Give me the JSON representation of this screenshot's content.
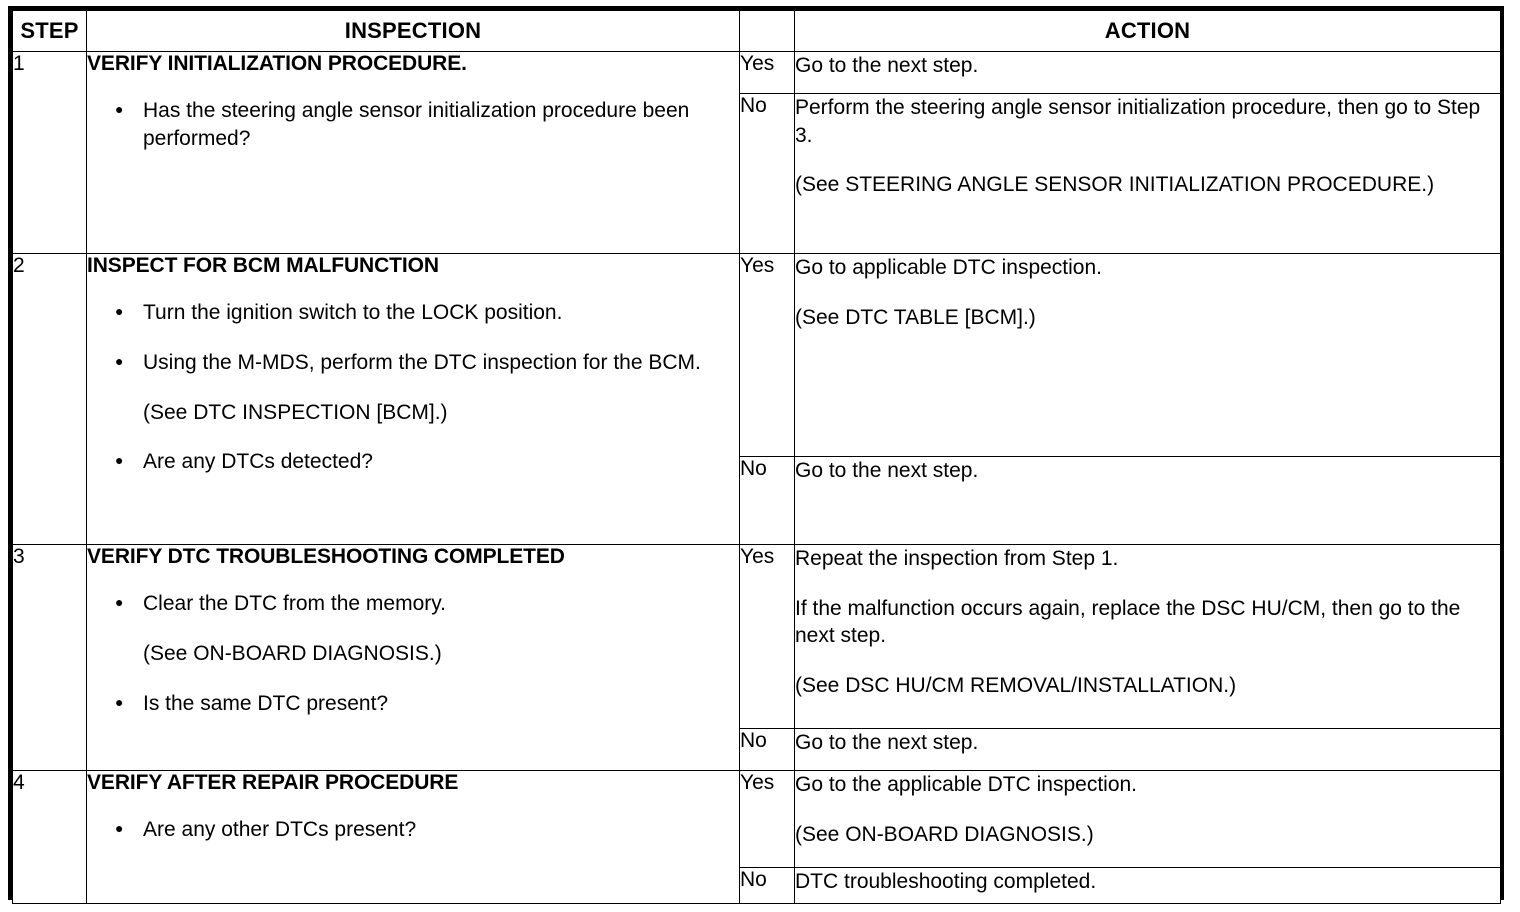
{
  "table": {
    "headers": {
      "step": "STEP",
      "inspection": "INSPECTION",
      "yesno": "",
      "action": "ACTION"
    },
    "rows": [
      {
        "step": "1",
        "inspection": {
          "title": "VERIFY INITIALIZATION PROCEDURE.",
          "items": [
            {
              "bullet": true,
              "text": "Has the steering angle sensor initialization procedure been performed?"
            }
          ]
        },
        "branches": [
          {
            "label": "Yes",
            "paragraphs": [
              "Go to the next step."
            ]
          },
          {
            "label": "No",
            "paragraphs": [
              "Perform the steering angle sensor initialization procedure, then go to Step 3.",
              "(See STEERING ANGLE SENSOR INITIALIZATION PROCEDURE.)"
            ]
          }
        ]
      },
      {
        "step": "2",
        "inspection": {
          "title": "INSPECT FOR BCM MALFUNCTION",
          "items": [
            {
              "bullet": true,
              "text": "Turn the ignition switch to the LOCK position."
            },
            {
              "bullet": true,
              "text": "Using the M-MDS, perform the DTC inspection for the BCM."
            },
            {
              "bullet": false,
              "text": "(See DTC INSPECTION [BCM].)"
            },
            {
              "bullet": true,
              "text": "Are any DTCs detected?"
            }
          ]
        },
        "branches": [
          {
            "label": "Yes",
            "paragraphs": [
              "Go to applicable DTC inspection.",
              "(See DTC TABLE [BCM].)"
            ]
          },
          {
            "label": "No",
            "paragraphs": [
              "Go to the next step."
            ]
          }
        ]
      },
      {
        "step": "3",
        "inspection": {
          "title": "VERIFY DTC TROUBLESHOOTING COMPLETED",
          "items": [
            {
              "bullet": true,
              "text": "Clear the DTC from the memory."
            },
            {
              "bullet": false,
              "text": "(See ON-BOARD DIAGNOSIS.)"
            },
            {
              "bullet": true,
              "text": "Is the same DTC present?"
            }
          ]
        },
        "branches": [
          {
            "label": "Yes",
            "paragraphs": [
              "Repeat the inspection from Step 1.",
              "If the malfunction occurs again, replace the DSC HU/CM, then go to the next step.",
              "(See DSC HU/CM REMOVAL/INSTALLATION.)"
            ]
          },
          {
            "label": "No",
            "paragraphs": [
              "Go to the next step."
            ]
          }
        ]
      },
      {
        "step": "4",
        "inspection": {
          "title": "VERIFY AFTER REPAIR PROCEDURE",
          "items": [
            {
              "bullet": true,
              "text": "Are any other DTCs present?"
            }
          ]
        },
        "branches": [
          {
            "label": "Yes",
            "paragraphs": [
              "Go to the applicable DTC inspection.",
              "(See ON-BOARD DIAGNOSIS.)"
            ]
          },
          {
            "label": "No",
            "paragraphs": [
              "DTC troubleshooting completed."
            ]
          }
        ]
      }
    ]
  },
  "style": {
    "border_color": "#000000",
    "text_color": "#000000",
    "background": "#ffffff"
  }
}
